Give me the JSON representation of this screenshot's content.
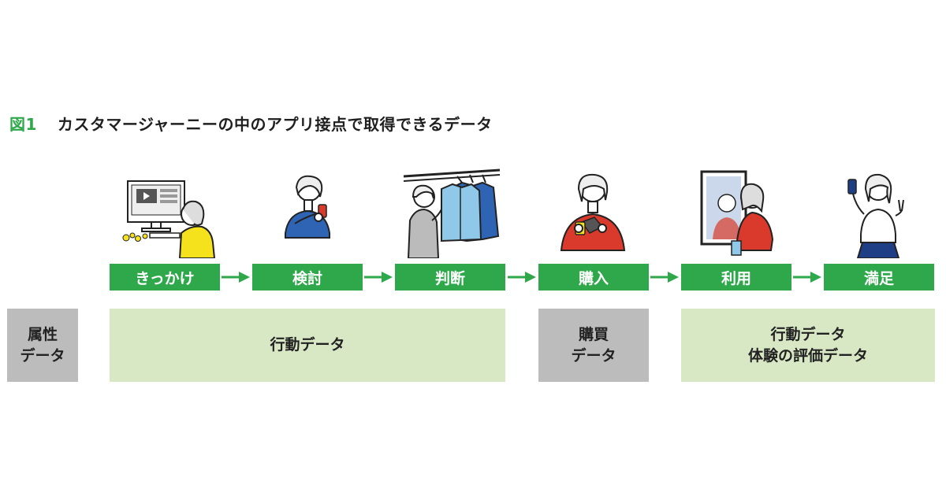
{
  "title": {
    "number": "図1",
    "text": "カスタマージャーニーの中のアプリ接点で取得できるデータ"
  },
  "stages": [
    "きっかけ",
    "検討",
    "判断",
    "購入",
    "利用",
    "満足"
  ],
  "data_boxes": {
    "attribute": {
      "line1": "属性",
      "line2": "データ"
    },
    "behavior": {
      "text": "行動データ"
    },
    "purchase": {
      "line1": "購買",
      "line2": "データ"
    },
    "usage": {
      "line1": "行動データ",
      "line2": "体験の評価データ"
    }
  },
  "illustrations": [
    "person-at-computer-icon",
    "person-checking-phone-icon",
    "person-browsing-clothes-rack-icon",
    "person-paying-at-register-icon",
    "person-trying-on-at-mirror-icon",
    "satisfied-person-with-phone-icon"
  ],
  "colors": {
    "accent_green": "#2ea84a",
    "light_green_box": "#d8e8c4",
    "gray_box": "#bcbcbc",
    "shirt_yellow": "#f6e11d",
    "shirt_blue": "#2f64b4",
    "shirt_red": "#d93a2b",
    "coat_light_blue": "#8fc8e8"
  }
}
